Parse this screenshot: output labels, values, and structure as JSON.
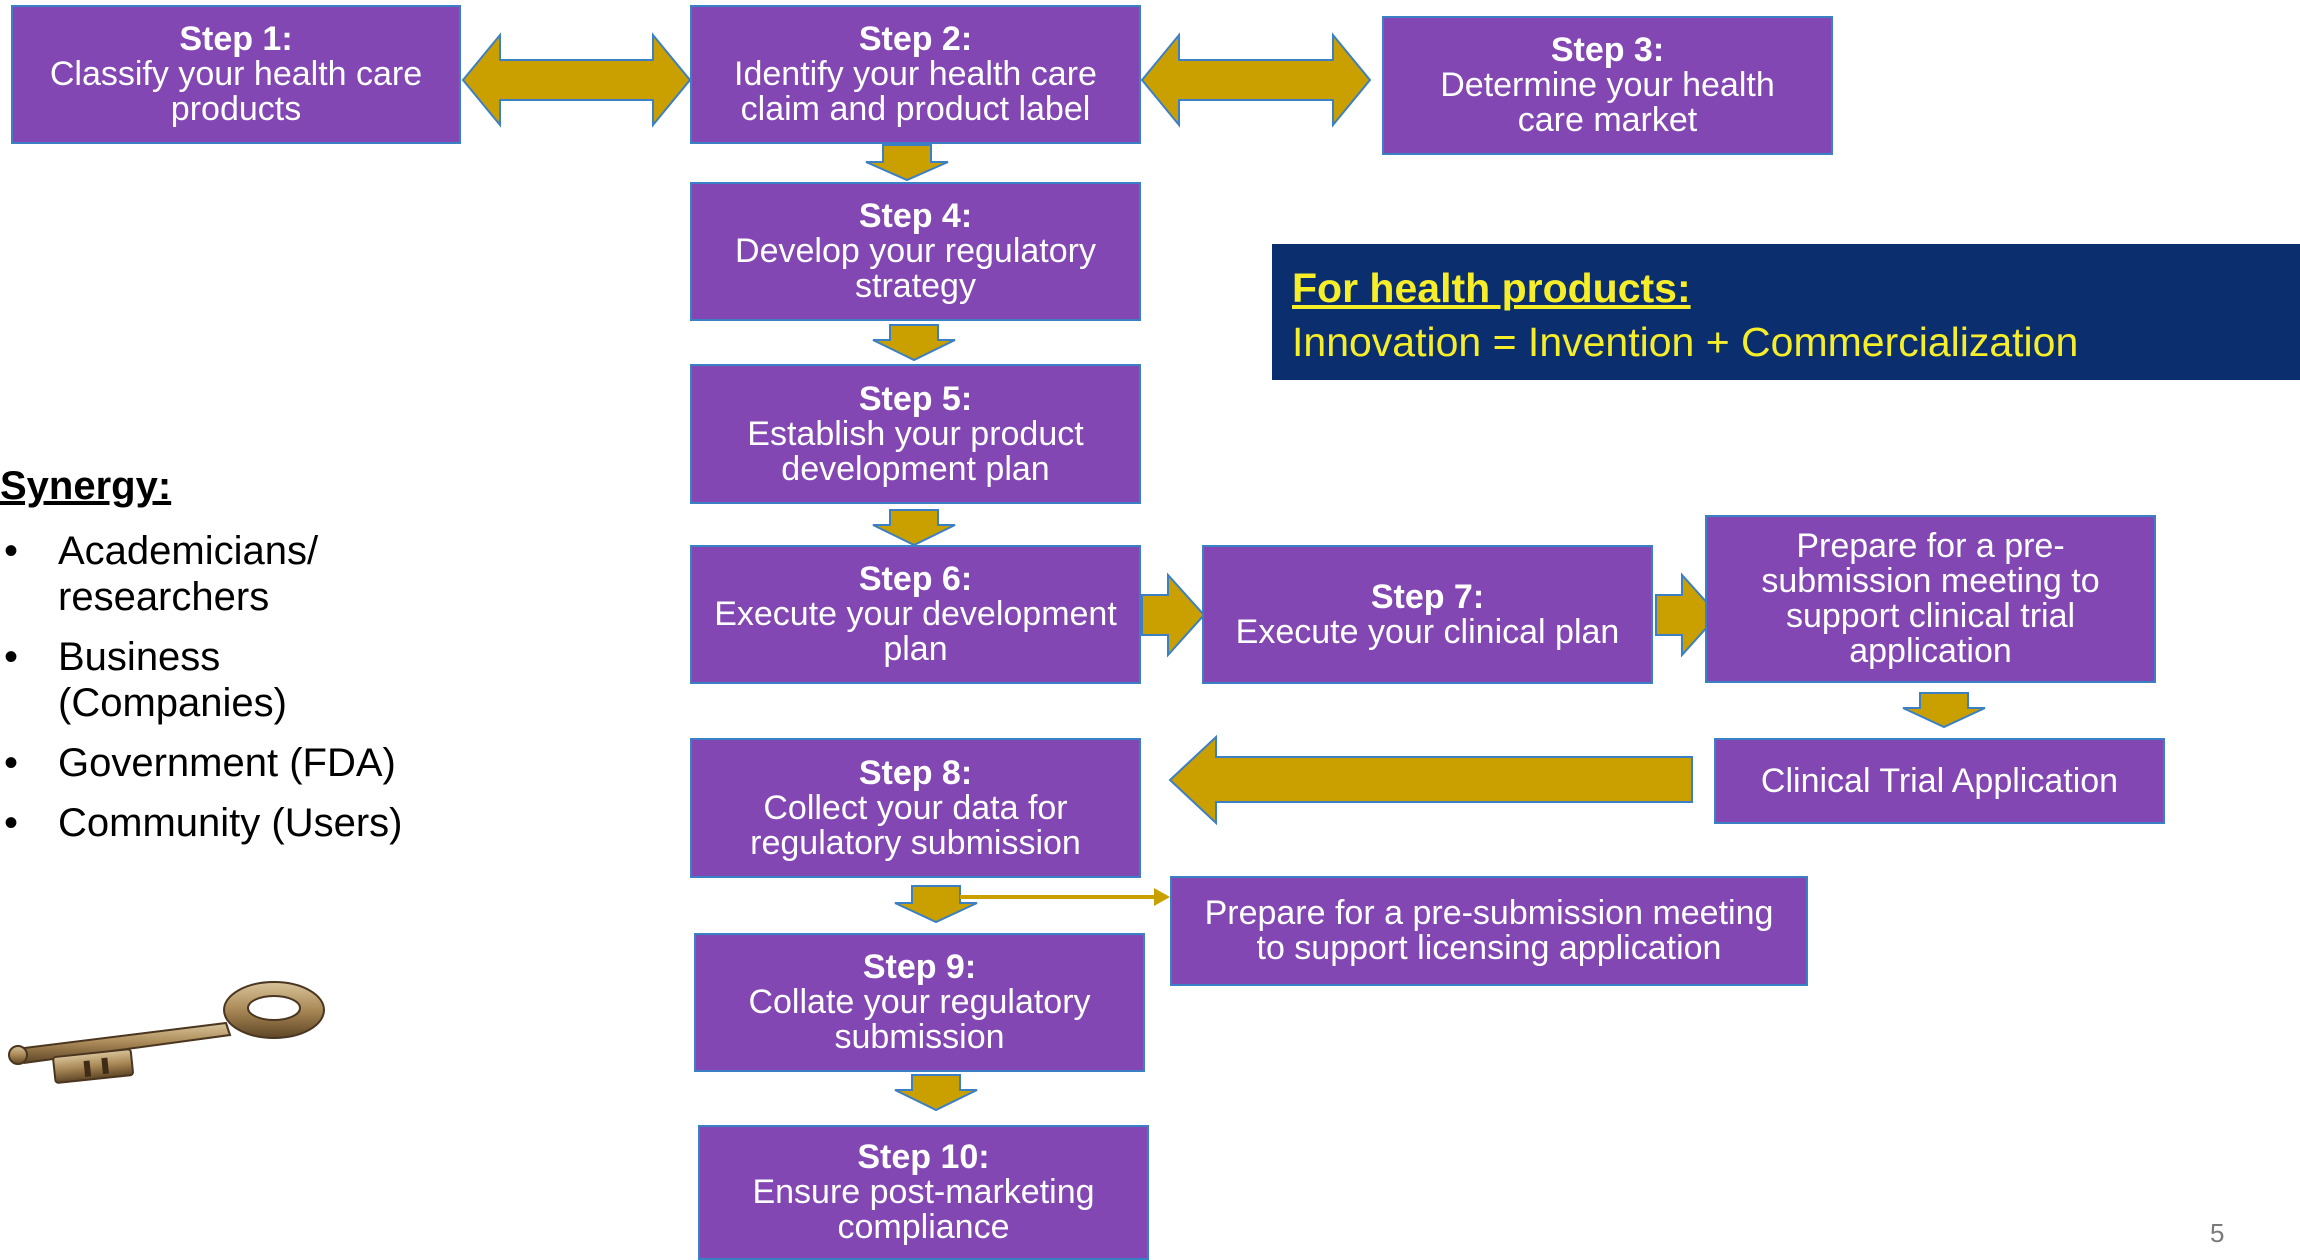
{
  "colors": {
    "box_fill": "#8347b3",
    "box_border": "#3b7fc4",
    "arrow": "#c9a000",
    "banner_bg": "#0b2f6e",
    "banner_text": "#f7ee2a"
  },
  "steps": {
    "s1": {
      "head": "Step 1:",
      "body": "Classify your health care\nproducts"
    },
    "s2": {
      "head": "Step 2:",
      "body": "Identify your health care\nclaim and product label"
    },
    "s3": {
      "head": "Step 3:",
      "body": "Determine your health\ncare market"
    },
    "s4": {
      "head": "Step 4:",
      "body": "Develop your regulatory\nstrategy"
    },
    "s5": {
      "head": "Step 5:",
      "body": "Establish your product\ndevelopment plan"
    },
    "s6": {
      "head": "Step 6:",
      "body": "Execute your development\nplan"
    },
    "s7": {
      "head": "Step 7:",
      "body": "Execute your clinical plan"
    },
    "s8": {
      "head": "Step 8:",
      "body": "Collect your data for\nregulatory submission"
    },
    "s9": {
      "head": "Step 9:",
      "body": "Collate your regulatory\nsubmission"
    },
    "s10": {
      "head": "Step 10:",
      "body": "Ensure post-marketing\ncompliance"
    }
  },
  "side_boxes": {
    "pre_clinical": "Prepare for a pre-\nsubmission meeting to\nsupport clinical trial\napplication",
    "cta": "Clinical Trial Application",
    "pre_licensing": "Prepare for a pre-submission meeting\nto support licensing application"
  },
  "banner": {
    "title": "For health products:",
    "equation": "Innovation = Invention + Commercialization"
  },
  "synergy": {
    "title": "Synergy:",
    "bullet": "•",
    "items": [
      "Academicians/\nresearchers",
      "Business\n(Companies)",
      "Government (FDA)",
      "Community (Users)"
    ]
  },
  "page_number": "5",
  "icons": {
    "key": "key-icon"
  }
}
